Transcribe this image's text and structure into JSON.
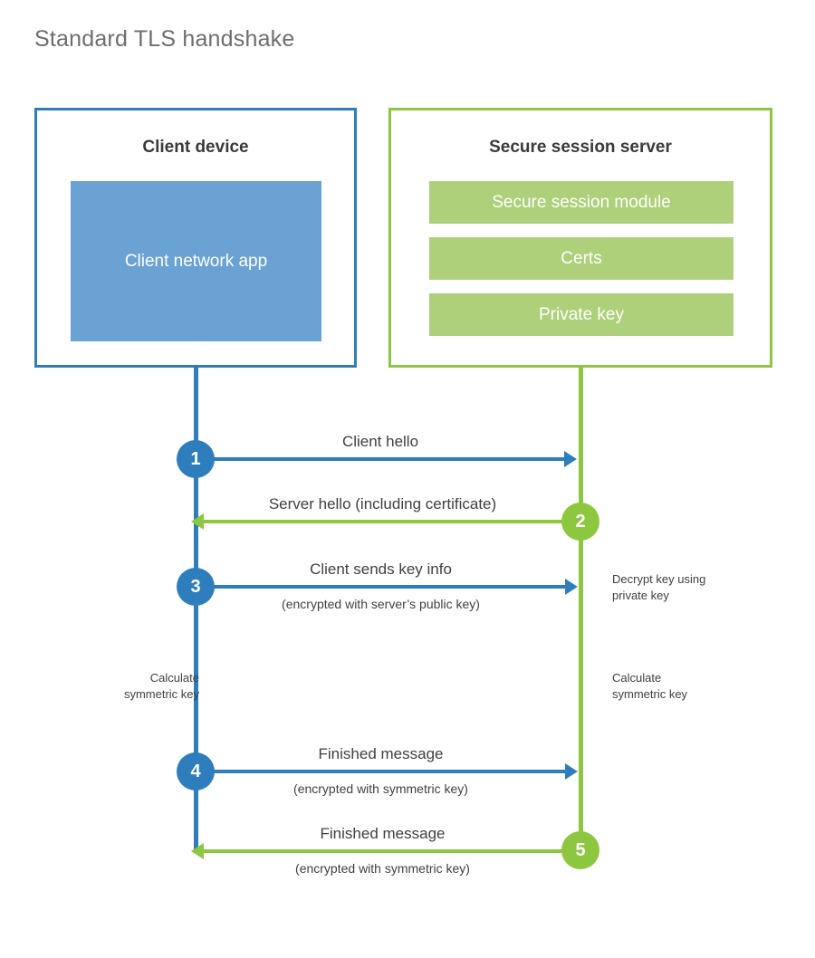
{
  "title": "Standard TLS handshake",
  "colors": {
    "client_accent": "#2e7ebd",
    "server_accent": "#8dc63f",
    "client_app_fill": "#6aa2d4",
    "server_block_fill": "#aed07a",
    "text": "#404040",
    "title_text": "#6e6e6e"
  },
  "parties": {
    "client": {
      "title": "Client device",
      "blocks": [
        {
          "label": "Client network app"
        }
      ]
    },
    "server": {
      "title": "Secure session server",
      "blocks": [
        {
          "label": "Secure session module"
        },
        {
          "label": "Certs"
        },
        {
          "label": "Private key"
        }
      ]
    }
  },
  "steps": [
    {
      "number": "1",
      "side": "client",
      "direction": "to-right",
      "primary": "Client hello",
      "secondary": ""
    },
    {
      "number": "2",
      "side": "server",
      "direction": "to-left",
      "primary": "Server hello (including certificate)",
      "secondary": ""
    },
    {
      "number": "3",
      "side": "client",
      "direction": "to-right",
      "primary": "Client sends key info",
      "secondary": "(encrypted with server’s public key)"
    },
    {
      "number": "4",
      "side": "client",
      "direction": "to-right",
      "primary": "Finished message",
      "secondary": "(encrypted with symmetric key)"
    },
    {
      "number": "5",
      "side": "server",
      "direction": "to-left",
      "primary": "Finished message",
      "secondary": "(encrypted with symmetric key)"
    }
  ],
  "notes": {
    "decrypt": "Decrypt key using\nprivate key",
    "calculate_client": "Calculate\nsymmetric key",
    "calculate_server": "Calculate\nsymmetric key"
  }
}
